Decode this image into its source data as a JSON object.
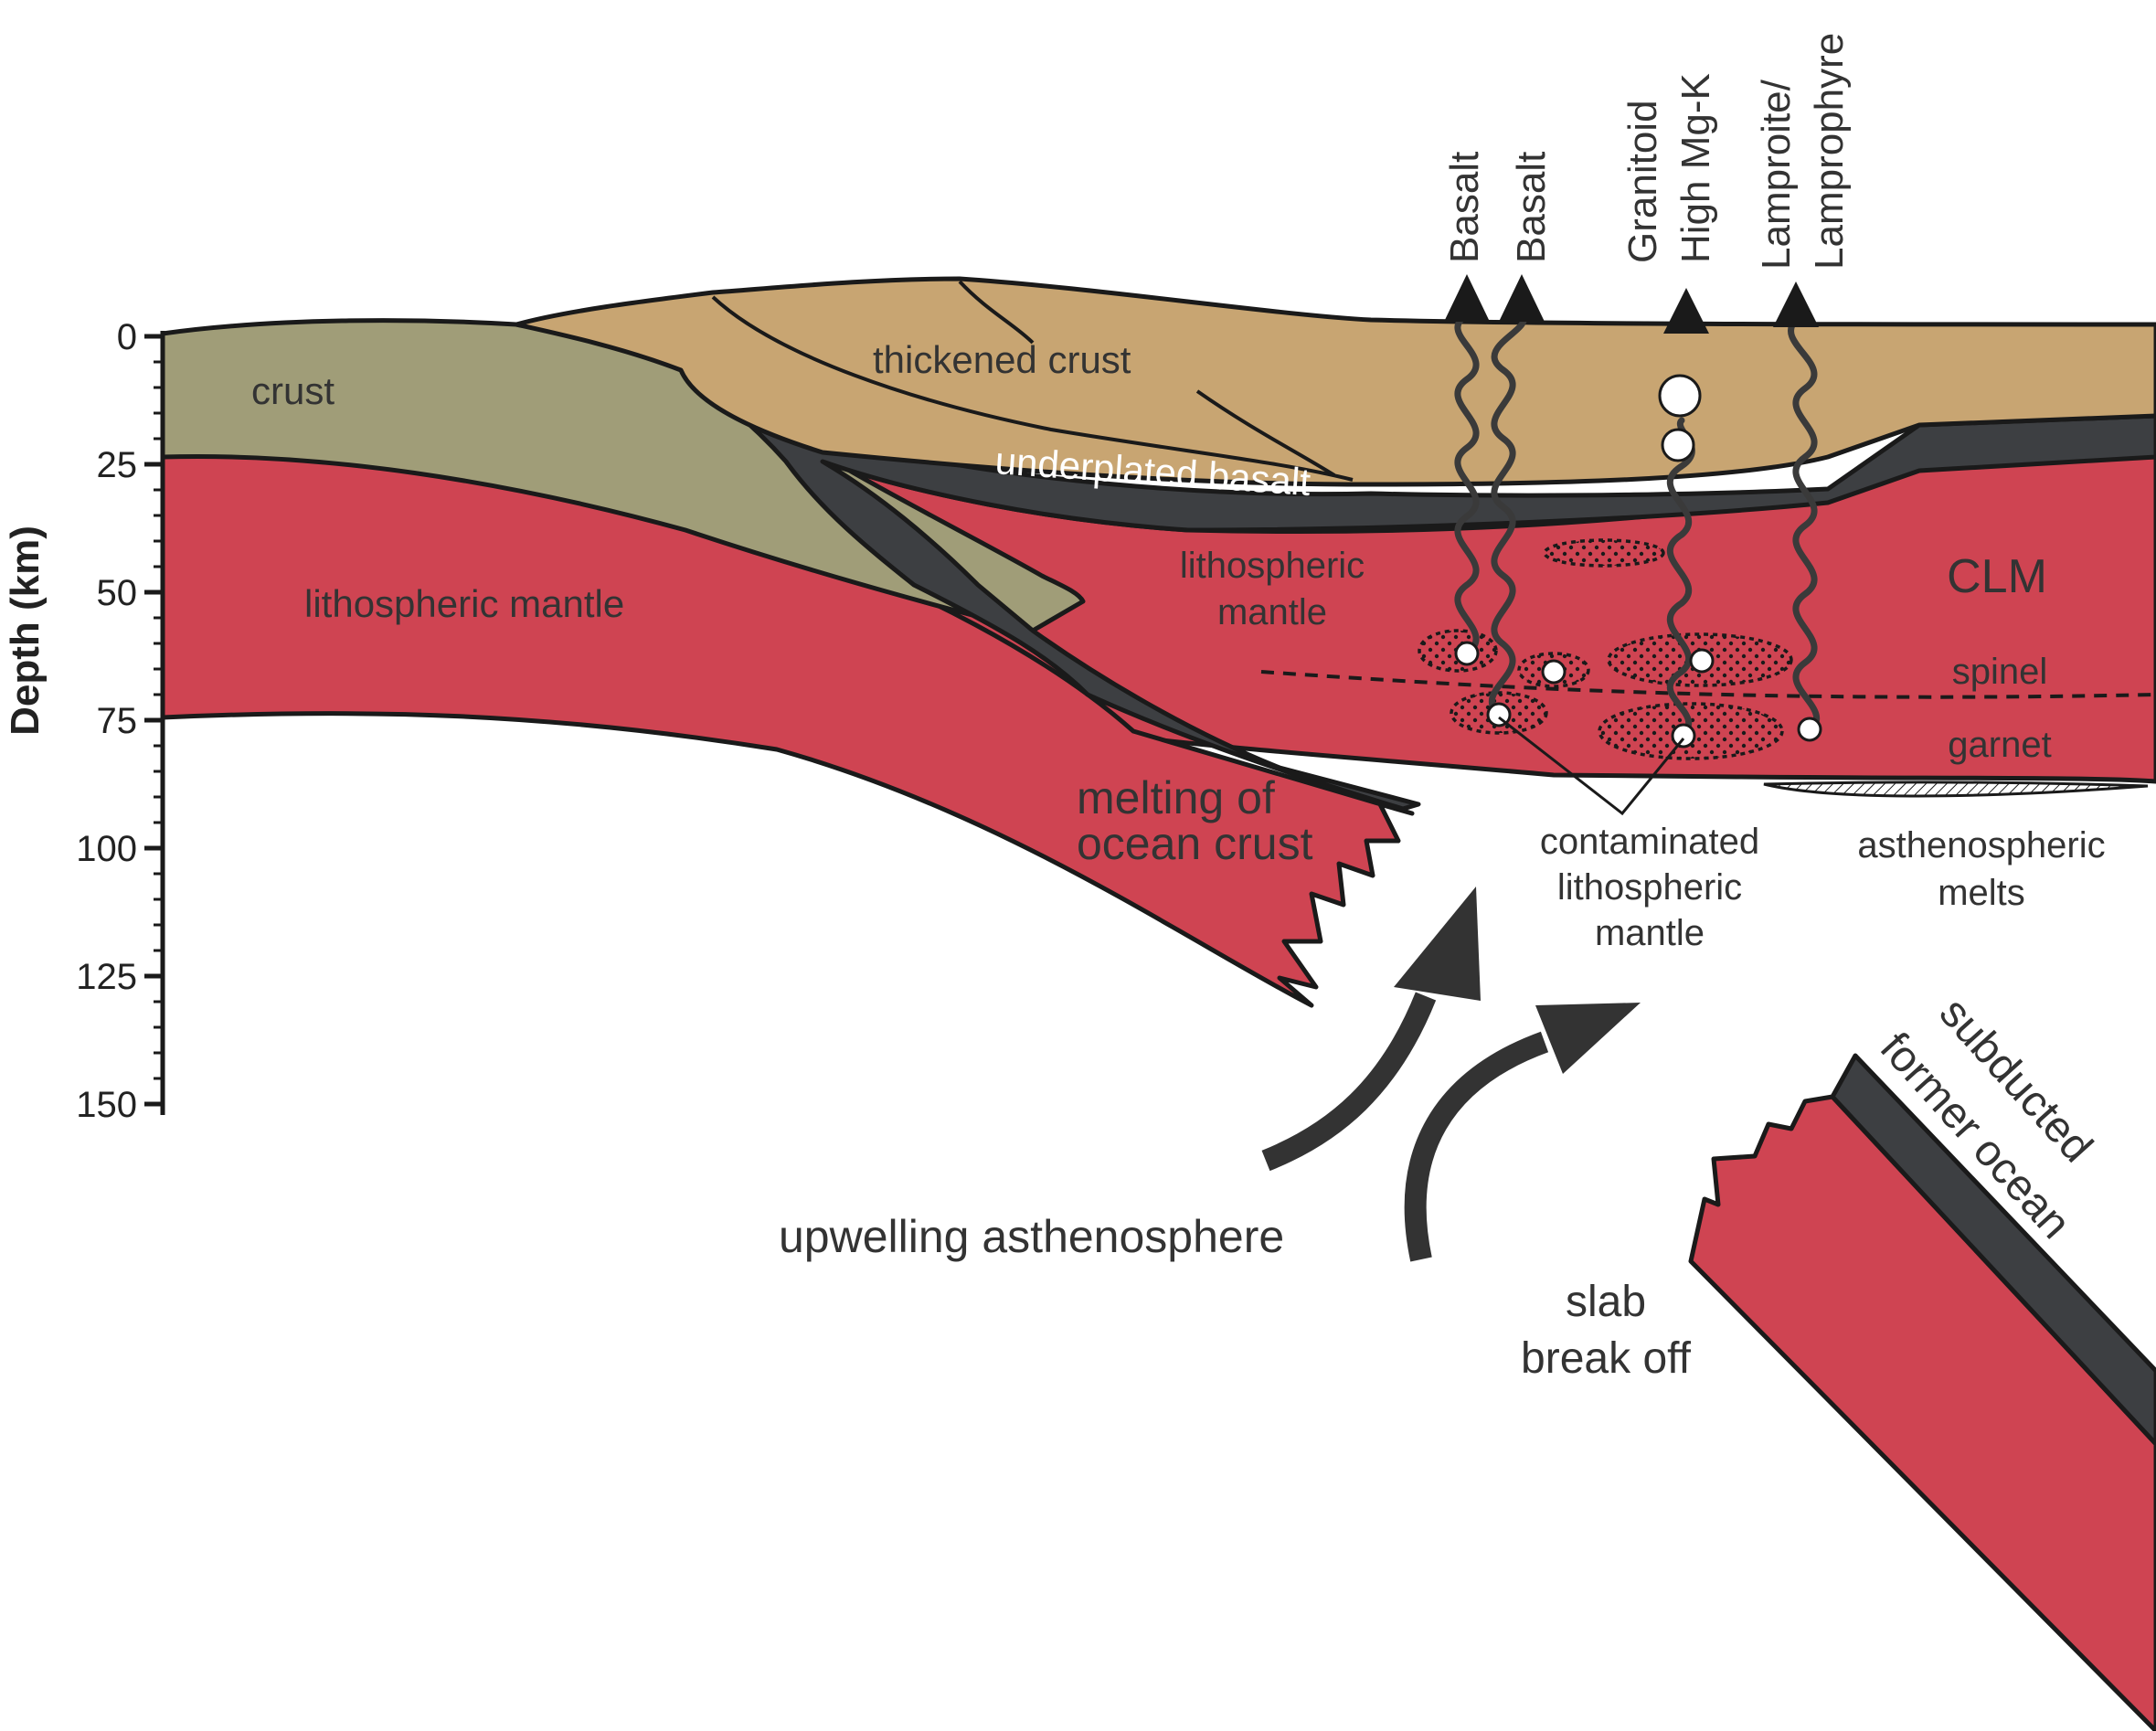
{
  "axis": {
    "title": "Depth (km)",
    "ticks": [
      "0",
      "25",
      "50",
      "75",
      "100",
      "125",
      "150"
    ]
  },
  "labels": {
    "crust": "crust",
    "thickened_crust": "thickened crust",
    "underplated_basalt": "underplated basalt",
    "lithospheric_mantle_left": "lithospheric mantle",
    "lithospheric_mantle_center_1": "lithospheric",
    "lithospheric_mantle_center_2": "mantle",
    "clm": "CLM",
    "spinel": "spinel",
    "garnet": "garnet",
    "melting_ocean_crust_1": "melting of",
    "melting_ocean_crust_2": "ocean crust",
    "contaminated_1": "contaminated",
    "contaminated_2": "lithospheric",
    "contaminated_3": "mantle",
    "asthenospheric_1": "asthenospheric",
    "asthenospheric_2": "melts",
    "upwelling": "upwelling asthenosphere",
    "slab_1": "slab",
    "slab_2": "break off",
    "subducted_1": "subducted",
    "subducted_2": "former ocean"
  },
  "magma_labels": {
    "basalt_1": "Basalt",
    "basalt_2": "Basalt",
    "granitoid_1": "Granitoid",
    "granitoid_2": "High Mg-K",
    "lamproite_1": "Lamproite/",
    "lamproite_2": "Lamprophyre"
  },
  "colors": {
    "crust_olive": "#a09d78",
    "thickened_crust_tan": "#c8a572",
    "basalt_dark": "#3d3f42",
    "mantle_red": "#cf4452",
    "outline": "#1a1a1a",
    "text": "#333333"
  }
}
